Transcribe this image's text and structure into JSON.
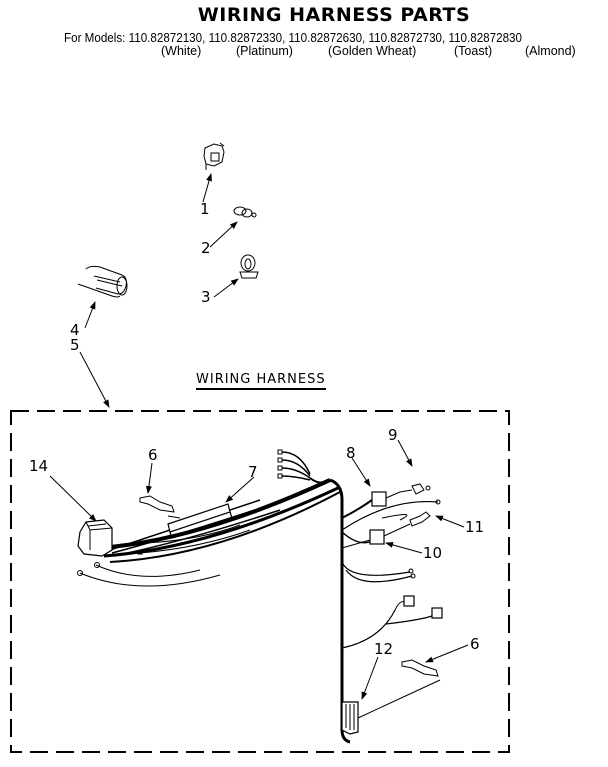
{
  "header": {
    "title": "WIRING HARNESS PARTS",
    "models_prefix": "For Models:",
    "models": [
      {
        "number": "110.82872130,",
        "color": "(White)"
      },
      {
        "number": "110.82872330,",
        "color": "(Platinum)"
      },
      {
        "number": "110.82872630,",
        "color": "(Golden Wheat)"
      },
      {
        "number": "110.82872730,",
        "color": "(Toast)"
      },
      {
        "number": "110.82872830",
        "color": "(Almond)"
      }
    ]
  },
  "diagram": {
    "section_label": "WIRING HARNESS",
    "callouts": {
      "c1": "1",
      "c2": "2",
      "c3": "3",
      "c4": "4",
      "c5": "5",
      "c6a": "6",
      "c6b": "6",
      "c7": "7",
      "c8": "8",
      "c9": "9",
      "c10": "10",
      "c11": "11",
      "c12": "12",
      "c14": "14"
    }
  }
}
